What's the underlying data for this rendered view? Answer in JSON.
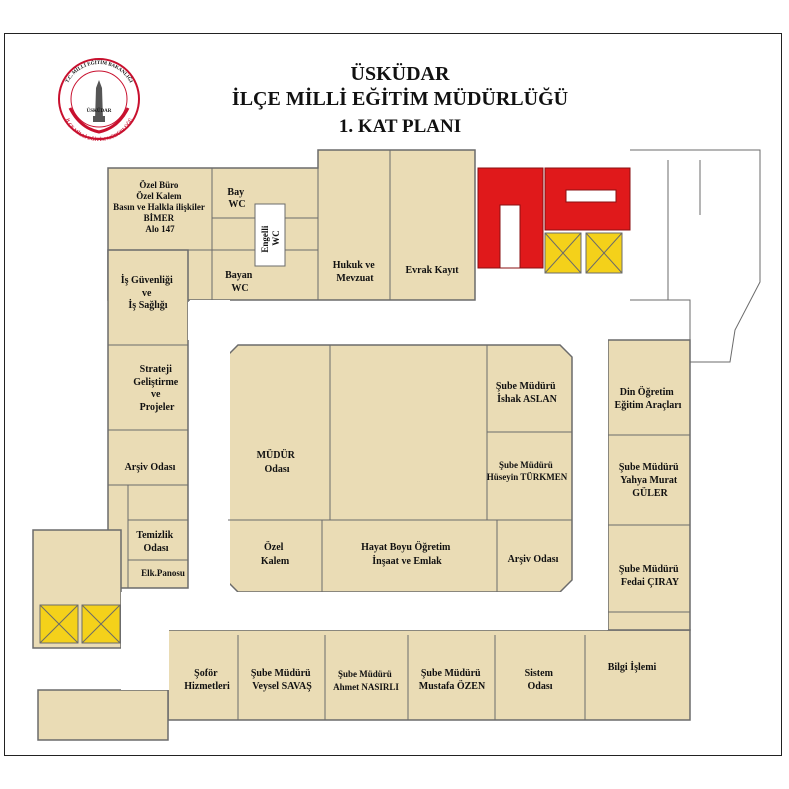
{
  "title": {
    "line1": "ÜSKÜDAR",
    "line2": "İLÇE MİLLİ EĞİTİM MÜDÜRLÜĞÜ",
    "line3": "1. KAT PLANI"
  },
  "logo": {
    "top_text": "T.C. MİLLİ EĞİTİM BAKANLIĞI",
    "middle_text": "ÜSKÜDAR",
    "bottom_text": "İLÇE MİLLİ EĞİTİM MÜDÜRLÜĞÜ",
    "colors": {
      "ring": "#c8102e",
      "tower": "#555555"
    }
  },
  "colors": {
    "room_fill": "#eadcb5",
    "wall": "#6b6b6b",
    "stairs": "#e0191b",
    "elevator": "#f4d11a"
  },
  "rooms": {
    "ozel_buro": [
      "Özel Büro",
      "Özel Kalem",
      "Basın ve Halkla ilişkiler",
      "BİMER",
      "Alo 147"
    ],
    "bay_wc": [
      "Bay",
      "WC"
    ],
    "engelli_wc": [
      "Engelli",
      "WC"
    ],
    "bayan_wc": [
      "Bayan",
      "WC"
    ],
    "hukuk": [
      "Hukuk ve",
      "Mevzuat"
    ],
    "evrak": [
      "Evrak Kayıt"
    ],
    "is_guvenligi": [
      "İş Güvenliği",
      "ve",
      "İş Sağlığı"
    ],
    "strateji": [
      "Strateji",
      "Geliştirme",
      "ve",
      "Projeler"
    ],
    "arsiv_left": [
      "Arşiv Odası"
    ],
    "temizlik": [
      "Temizlik",
      "Odası"
    ],
    "elk": [
      "Elk.Panosu"
    ],
    "mudur": [
      "MÜDÜR",
      "Odası"
    ],
    "ozel_kalem": [
      "Özel",
      "Kalem"
    ],
    "hayat_boyu": [
      "Hayat Boyu Öğretim",
      "İnşaat ve Emlak"
    ],
    "ishak": [
      "Şube Müdürü",
      "İshak ASLAN"
    ],
    "huseyin": [
      "Şube Müdürü",
      "Hüseyin TÜRKMEN"
    ],
    "arsiv_center": [
      "Arşiv Odası"
    ],
    "din": [
      "Din Öğretim",
      "Eğitim Araçları"
    ],
    "yahya": [
      "Şube Müdürü",
      "Yahya Murat",
      "GÜLER"
    ],
    "fedai": [
      "Şube Müdürü",
      "Fedai ÇIRAY"
    ],
    "bilgi": [
      "Bilgi İşlemi"
    ],
    "sofor": [
      "Şoför",
      "Hizmetleri"
    ],
    "veysel": [
      "Şube Müdürü",
      "Veysel SAVAŞ"
    ],
    "ahmet": [
      "Şube Müdürü",
      "Ahmet NASIRLI"
    ],
    "mustafa": [
      "Şube Müdürü",
      "Mustafa ÖZEN"
    ],
    "sistem": [
      "Sistem",
      "Odası"
    ]
  }
}
